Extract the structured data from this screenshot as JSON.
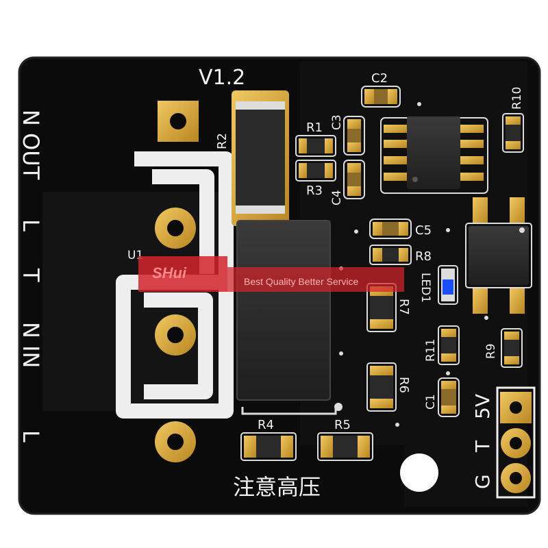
{
  "board": {
    "version": "V1.2",
    "warning": "注意高压",
    "left_pins": [
      "N OUT",
      "L",
      "T",
      "N IN",
      "L"
    ],
    "header_pins": [
      "5V",
      "T",
      "G"
    ],
    "labels": {
      "u1": "U1",
      "r1": "R1",
      "r2": "R2",
      "r3": "R3",
      "r4": "R4",
      "r5": "R5",
      "r6": "R6",
      "r7": "R7",
      "r8": "R8",
      "r9": "R9",
      "r10": "R10",
      "r11": "R11",
      "c1": "C1",
      "c2": "C2",
      "c3": "C3",
      "c4": "C4",
      "c5": "C5",
      "led1": "LED1"
    }
  },
  "watermark": {
    "brand": "SHui",
    "slogan": "Best Quality   Better Service"
  },
  "colors": {
    "background": "#ffffff",
    "pcb": "#0b0b0b",
    "copper": "#d4a33a",
    "silkscreen": "#f2f2f2",
    "component": "#2c2c2c",
    "led": "#1a4fff",
    "watermark": "#d2222a"
  }
}
